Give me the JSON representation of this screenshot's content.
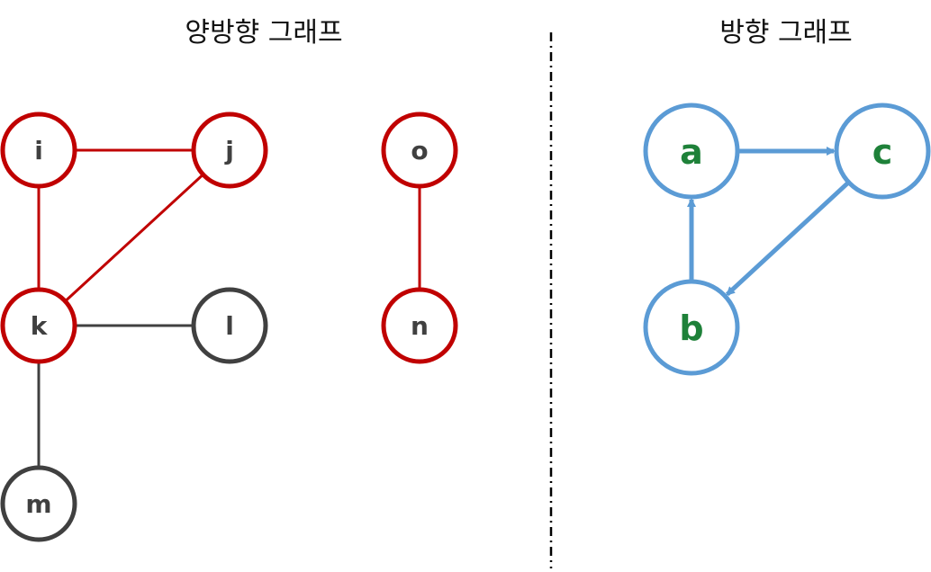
{
  "titles": {
    "undirected": "양방향 그래프",
    "directed": "방향 그래프"
  },
  "colors": {
    "red": "#c00000",
    "gray": "#404040",
    "blue": "#5b9bd5",
    "green": "#1e8139",
    "divider": "#000000"
  },
  "undirected": {
    "nodes": [
      {
        "id": "i",
        "label": "i",
        "color": "red"
      },
      {
        "id": "j",
        "label": "j",
        "color": "red"
      },
      {
        "id": "k",
        "label": "k",
        "color": "red"
      },
      {
        "id": "l",
        "label": "l",
        "color": "gray"
      },
      {
        "id": "m",
        "label": "m",
        "color": "gray"
      },
      {
        "id": "o",
        "label": "o",
        "color": "red"
      },
      {
        "id": "n",
        "label": "n",
        "color": "red"
      }
    ],
    "edges": [
      {
        "from": "i",
        "to": "j",
        "color": "red"
      },
      {
        "from": "i",
        "to": "k",
        "color": "red"
      },
      {
        "from": "j",
        "to": "k",
        "color": "red"
      },
      {
        "from": "k",
        "to": "l",
        "color": "gray"
      },
      {
        "from": "k",
        "to": "m",
        "color": "gray"
      },
      {
        "from": "o",
        "to": "n",
        "color": "red"
      }
    ]
  },
  "directed": {
    "nodes": [
      {
        "id": "a",
        "label": "a"
      },
      {
        "id": "c",
        "label": "c"
      },
      {
        "id": "b",
        "label": "b"
      }
    ],
    "edges": [
      {
        "from": "a",
        "to": "c"
      },
      {
        "from": "c",
        "to": "b"
      },
      {
        "from": "b",
        "to": "a"
      }
    ]
  }
}
